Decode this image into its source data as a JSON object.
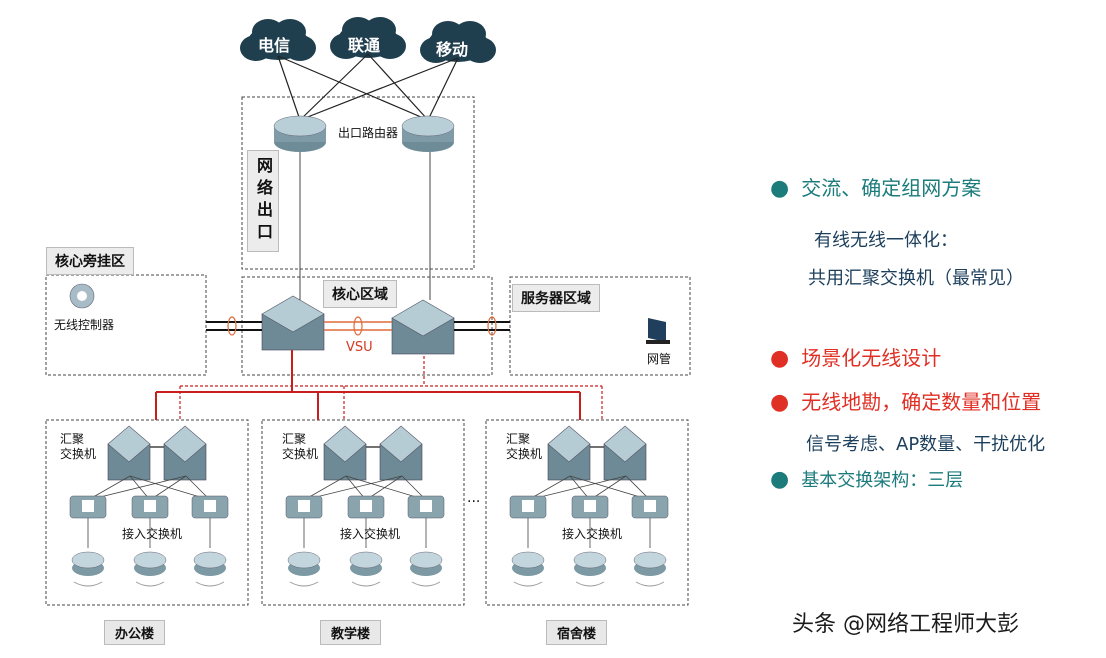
{
  "clouds": [
    "电信",
    "联通",
    "移动"
  ],
  "exit_zone": {
    "title": "网络出口",
    "router_label": "出口路由器"
  },
  "core_zone": {
    "title": "核心区域",
    "vsu_label": "VSU"
  },
  "side_zone": {
    "title": "核心旁挂区",
    "device_label": "无线控制器"
  },
  "server_zone": {
    "title": "服务器区域",
    "device_label": "网管"
  },
  "buildings": [
    {
      "name": "办公楼",
      "agg_label": "汇聚\n交换机",
      "access_label": "接入交换机"
    },
    {
      "name": "教学楼",
      "agg_label": "汇聚\n交换机",
      "access_label": "接入交换机"
    },
    {
      "name": "宿舍楼",
      "agg_label": "汇聚\n交换机",
      "access_label": "接入交换机"
    }
  ],
  "ellipsis": "...",
  "panel": {
    "point1": "交流、确定组网方案",
    "point1_sub1": "有线无线一体化：",
    "point1_sub2": "共用汇聚交换机（最常见）",
    "point2": "场景化无线设计",
    "point3": "无线地勘，确定数量和位置",
    "point3_sub": "信号考虑、AP数量、干扰优化",
    "point4": "基本交换架构：三层",
    "colors": {
      "teal": "#1c7b7b",
      "red": "#e03025",
      "navy": "#1c3f5c"
    }
  },
  "watermark": "头条 @网络工程师大彭"
}
